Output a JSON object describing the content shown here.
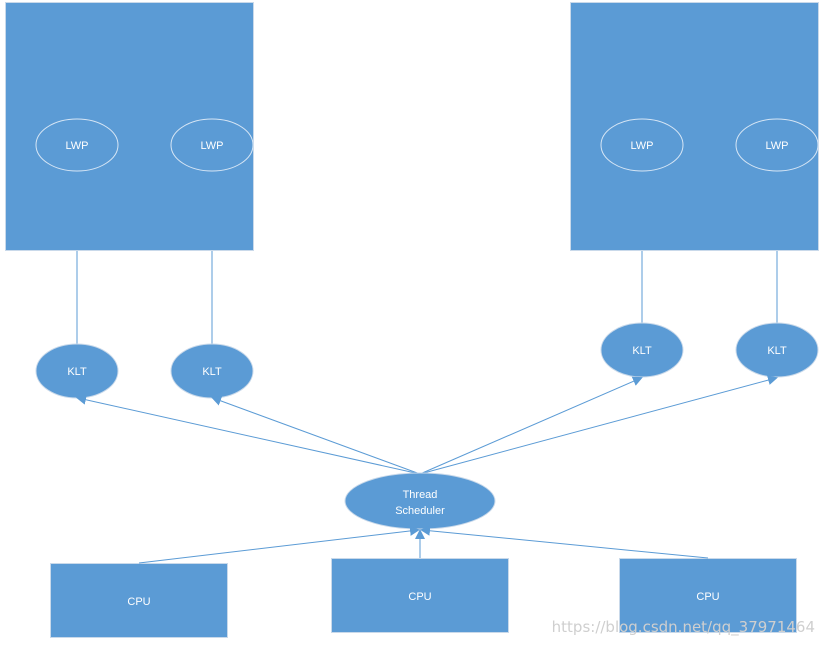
{
  "diagram": {
    "process_left": {
      "lwp1": "LWP",
      "lwp2": "LWP"
    },
    "process_right": {
      "lwp1": "LWP",
      "lwp2": "LWP"
    },
    "klt": [
      "KLT",
      "KLT",
      "KLT",
      "KLT"
    ],
    "scheduler": {
      "line1": "Thread",
      "line2": "Scheduler"
    },
    "cpus": [
      "CPU",
      "CPU",
      "CPU"
    ]
  },
  "colors": {
    "box": "#5b9bd5",
    "line": "#5b9bd5",
    "text": "#ffffff"
  },
  "watermark": "https://blog.csdn.net/qq_37971464"
}
